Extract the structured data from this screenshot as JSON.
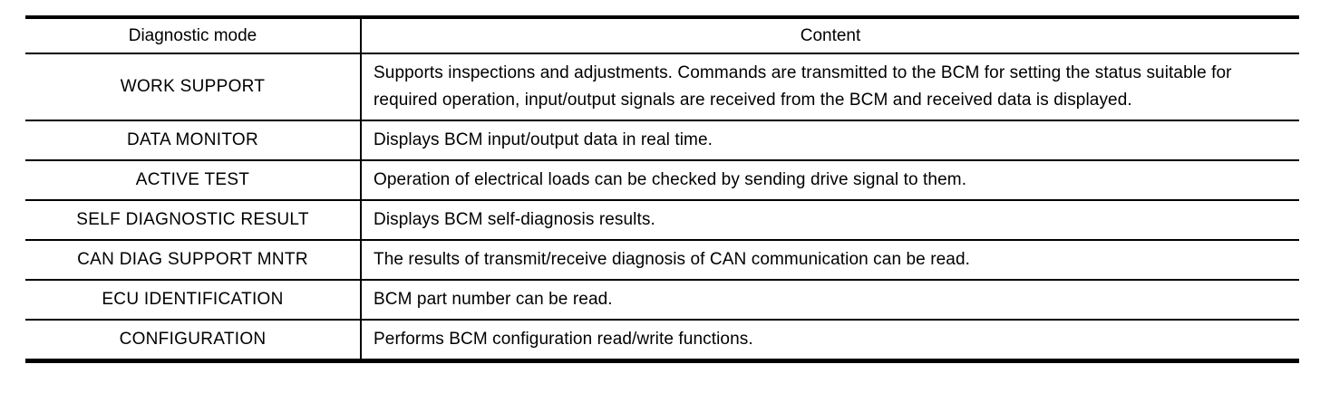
{
  "table": {
    "columns": [
      {
        "label": "Diagnostic mode"
      },
      {
        "label": "Content"
      }
    ],
    "rows": [
      {
        "mode": "WORK SUPPORT",
        "content": "Supports inspections and adjustments. Commands are transmitted to the BCM for setting the status suitable for required operation, input/output signals are received from the BCM and received data is displayed."
      },
      {
        "mode": "DATA MONITOR",
        "content": "Displays BCM input/output data in real time."
      },
      {
        "mode": "ACTIVE TEST",
        "content": "Operation of electrical loads can be checked by sending drive signal to them."
      },
      {
        "mode": "SELF DIAGNOSTIC RESULT",
        "content": "Displays BCM self-diagnosis results."
      },
      {
        "mode": "CAN DIAG SUPPORT MNTR",
        "content": "The results of transmit/receive diagnosis of CAN communication can be read."
      },
      {
        "mode": "ECU IDENTIFICATION",
        "content": "BCM part number can be read."
      },
      {
        "mode": "CONFIGURATION",
        "content": "Performs BCM configuration read/write functions."
      }
    ],
    "colors": {
      "border": "#000000",
      "text": "#000000",
      "background": "#ffffff"
    }
  }
}
